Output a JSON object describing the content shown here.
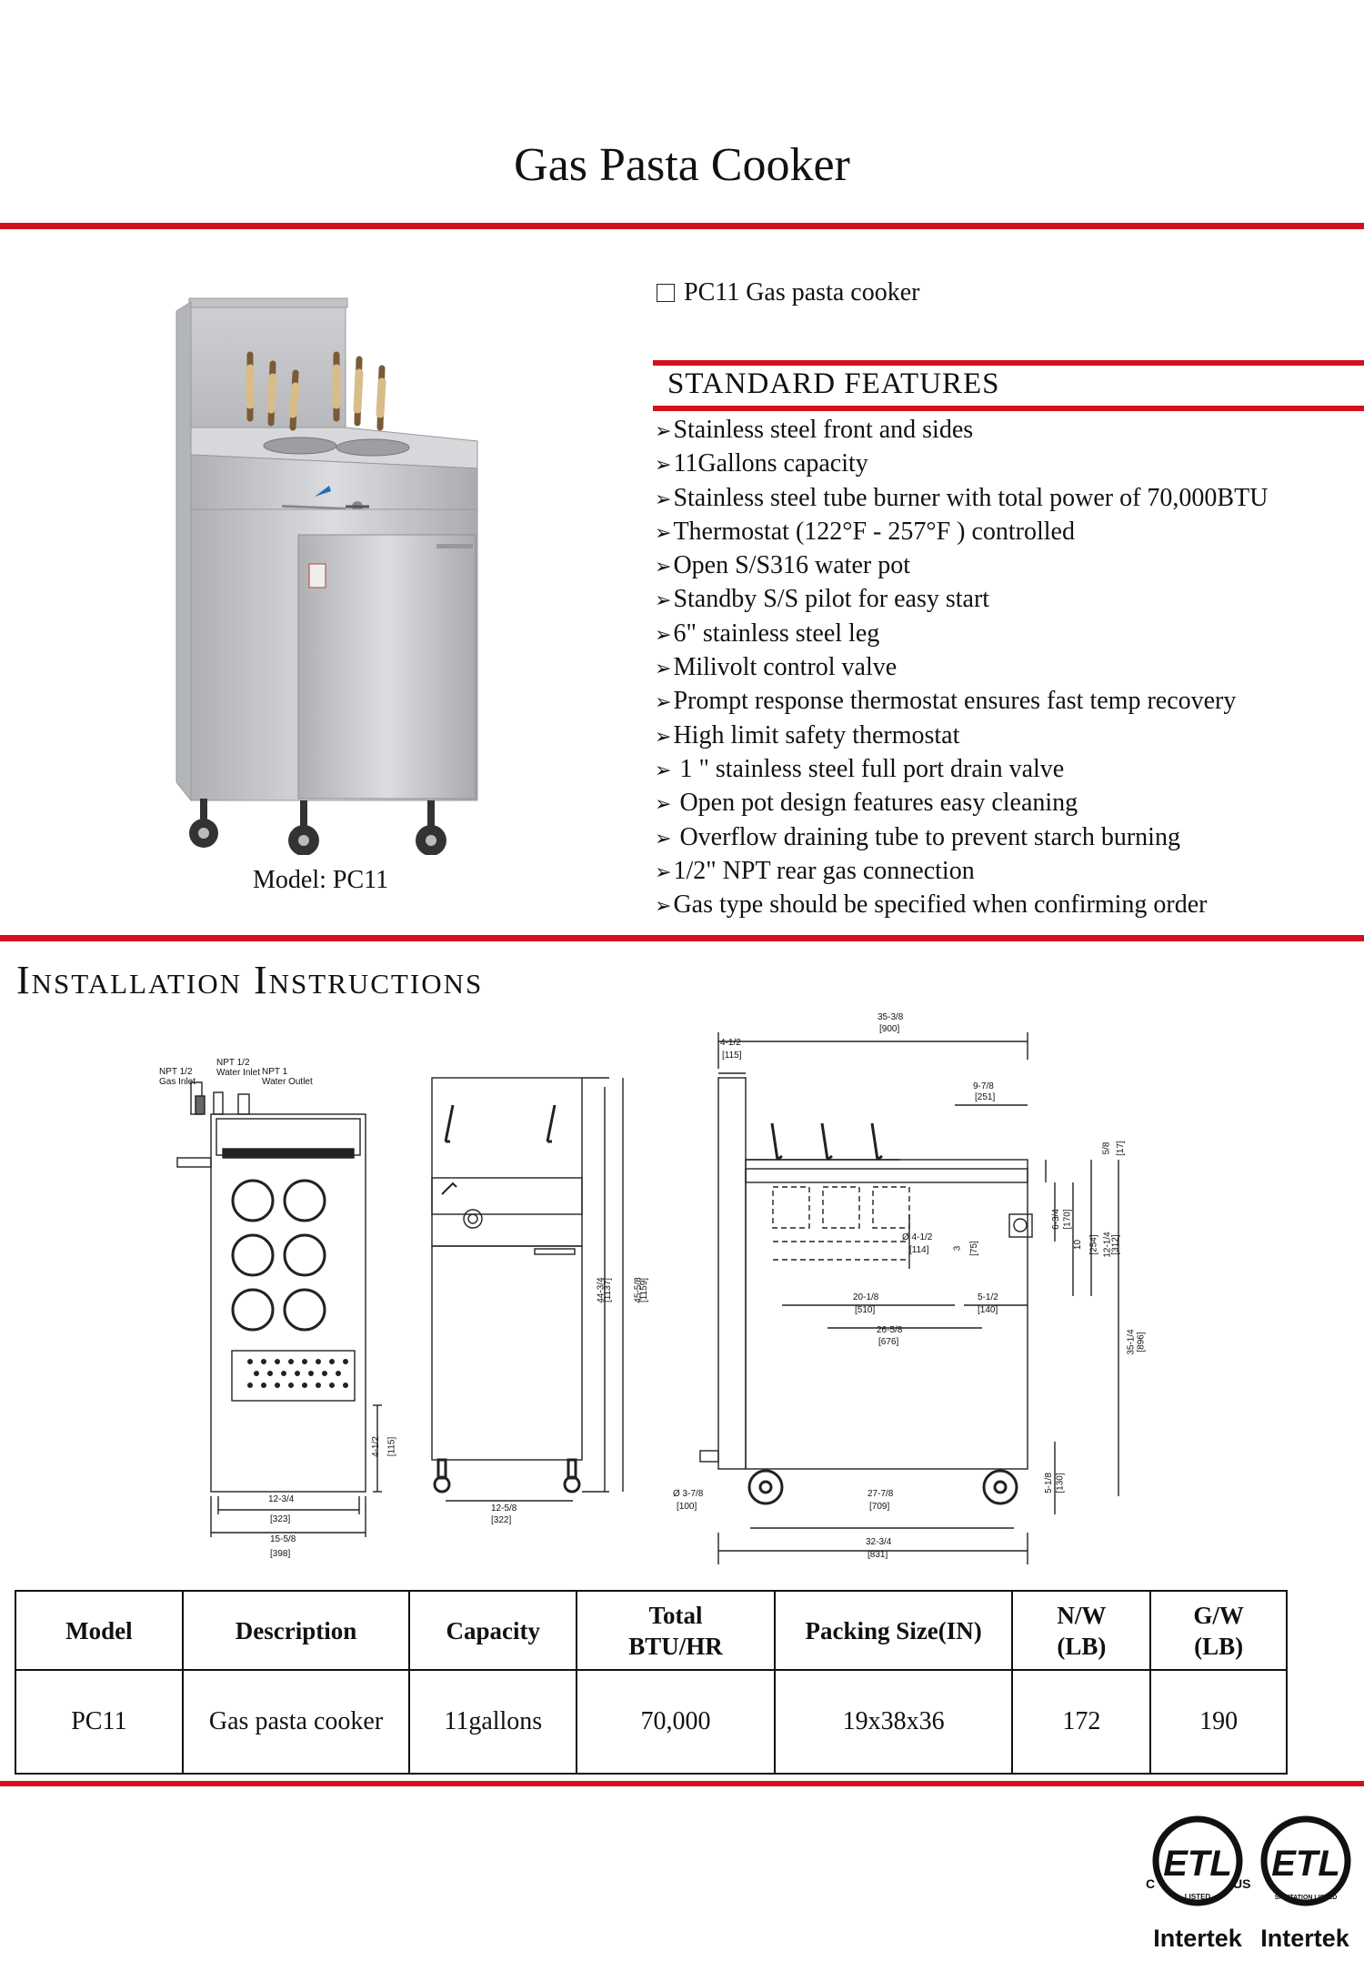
{
  "header": {
    "title": "Gas Pasta Cooker"
  },
  "product_image": {
    "caption": "Model: PC11"
  },
  "option": {
    "label": "PC11 Gas pasta cooker"
  },
  "standard_features": {
    "title": "STANDARD FEATURES",
    "items": [
      "Stainless steel front and sides",
      "11Gallons capacity",
      "Stainless steel tube burner with total power of 70,000BTU",
      "Thermostat (122°F - 257°F ) controlled",
      "Open S/S316 water pot",
      "Standby S/S pilot for easy start",
      "6\" stainless steel leg",
      "Milivolt control valve",
      "Prompt response thermostat ensures fast temp recovery",
      "High limit safety thermostat",
      " 1 \" stainless steel full port drain valve",
      " Open pot design features easy cleaning",
      " Overflow draining tube to prevent starch burning",
      "1/2\" NPT rear gas connection",
      "Gas type should be specified when confirming order"
    ]
  },
  "installation": {
    "title": "Installation Instructions",
    "labels": {
      "gas_inlet": "NPT 1/2\nGas Inlet",
      "water_inlet": "NPT 1/2\nWater Inlet",
      "water_outlet": "NPT 1\nWater Outlet"
    },
    "dims": [
      "12-3/4",
      "[323]",
      "15-5/8",
      "[398]",
      "4-1/2",
      "[115]",
      "12-5/8",
      "[322]",
      "44-3/4",
      "[1137]",
      "45-5/8",
      "[1159]",
      "35-3/8",
      "[900]",
      "4-1/2",
      "[115]",
      "9-7/8",
      "[251]",
      "5/8",
      "[17]",
      "6-3/4",
      "[170]",
      "10",
      "[254]",
      "12-1/4",
      "[312]",
      "Ø 4-1/2",
      "[114]",
      "3",
      "[75]",
      "20-1/8",
      "[510]",
      "5-1/2",
      "[140]",
      "26-5/8",
      "[676]",
      "35-1/4",
      "[896]",
      "Ø 3-7/8",
      "[100]",
      "27-7/8",
      "[709]",
      "5-1/8",
      "[130]",
      "32-3/4",
      "[831]"
    ]
  },
  "spec_table": {
    "headers": [
      "Model",
      "Description",
      "Capacity",
      "Total\nBTU/HR",
      "Packing Size(IN)",
      "N/W\n(LB)",
      "G/W\n(LB)"
    ],
    "rows": [
      [
        "PC11",
        "Gas pasta cooker",
        "11gallons",
        "70,000",
        "19x38x36",
        "172",
        "190"
      ]
    ]
  },
  "certifications": [
    {
      "brand": "Intertek",
      "mark": "ETL",
      "sub_left": "C",
      "sub_right": "US",
      "ring_text": "LISTED"
    },
    {
      "brand": "Intertek",
      "mark": "ETL",
      "ring_text": "SANITATION LISTED"
    }
  ],
  "colors": {
    "accent_red": "#d4101c",
    "steel": "#c9cacc"
  }
}
